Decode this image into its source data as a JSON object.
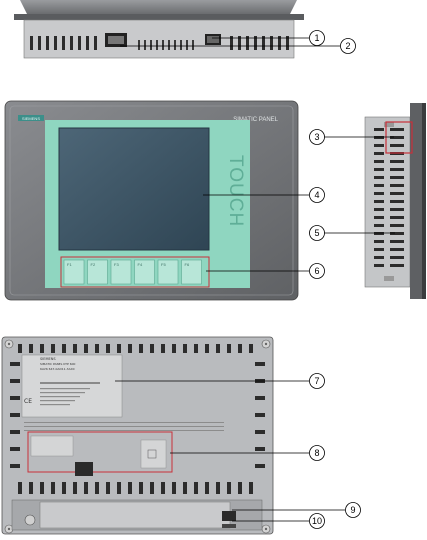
{
  "panel": {
    "brand": "SIEMENS",
    "model": "SIMATIC PANEL",
    "touch_label": "TOUCH",
    "function_keys": [
      "F1",
      "F2",
      "F3",
      "F4",
      "F5",
      "F6"
    ]
  },
  "rear_label": {
    "brand": "SIEMENS",
    "line1": "SIMATIC PANEL KTP 600",
    "line2": "6AV6 647-0AD11-3AX0",
    "ce_mark": "CE"
  },
  "callouts": [
    {
      "id": 1,
      "label": "1"
    },
    {
      "id": 2,
      "label": "2"
    },
    {
      "id": 3,
      "label": "3"
    },
    {
      "id": 4,
      "label": "4"
    },
    {
      "id": 5,
      "label": "5"
    },
    {
      "id": 6,
      "label": "6"
    },
    {
      "id": 7,
      "label": "7"
    },
    {
      "id": 8,
      "label": "8"
    },
    {
      "id": 9,
      "label": "9"
    },
    {
      "id": 10,
      "label": "10"
    }
  ],
  "colors": {
    "bezel": "#7d7f82",
    "screen": "#3f5668",
    "touch_frame": "#8fd6c0",
    "rear_body": "#b9bbbe",
    "vent": "#2c2c2c"
  }
}
